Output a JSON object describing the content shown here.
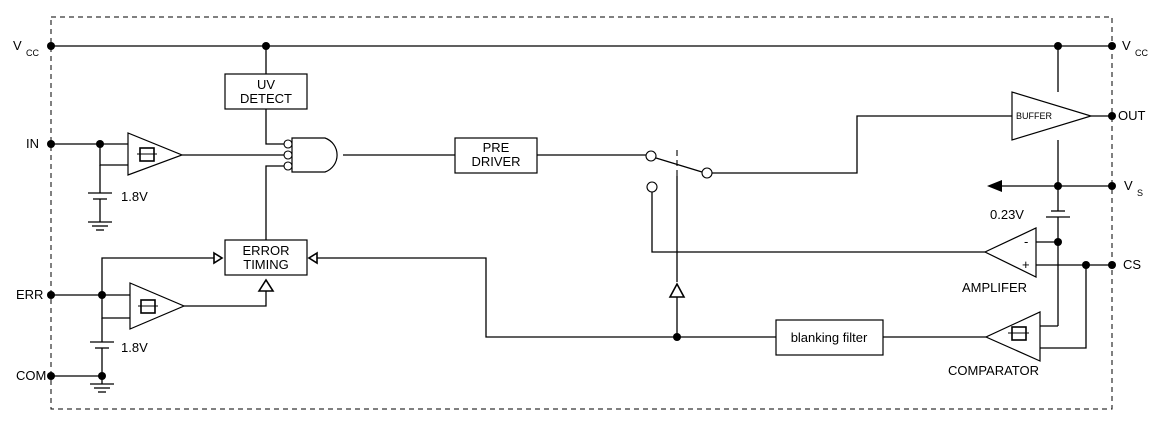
{
  "pins": {
    "vcc_left": {
      "main": "V",
      "sub": "CC"
    },
    "vcc_right": {
      "main": "V",
      "sub": "CC"
    },
    "in": "IN",
    "err": "ERR",
    "com": "COM",
    "out": "OUT",
    "vs": {
      "main": "V",
      "sub": "S"
    },
    "cs": "CS"
  },
  "blocks": {
    "uv_detect": [
      "UV",
      "DETECT"
    ],
    "pre_driver": [
      "PRE",
      "DRIVER"
    ],
    "error_timing": [
      "ERROR",
      "TIMING"
    ],
    "blanking_filter": "blanking filter",
    "buffer": "BUFFER",
    "amplifier": "AMPLIFER",
    "comparator": "COMPARATOR"
  },
  "values": {
    "ref_in": "1.8V",
    "ref_err": "1.8V",
    "offset": "0.23V",
    "amp_minus": "-",
    "amp_plus": "+"
  }
}
